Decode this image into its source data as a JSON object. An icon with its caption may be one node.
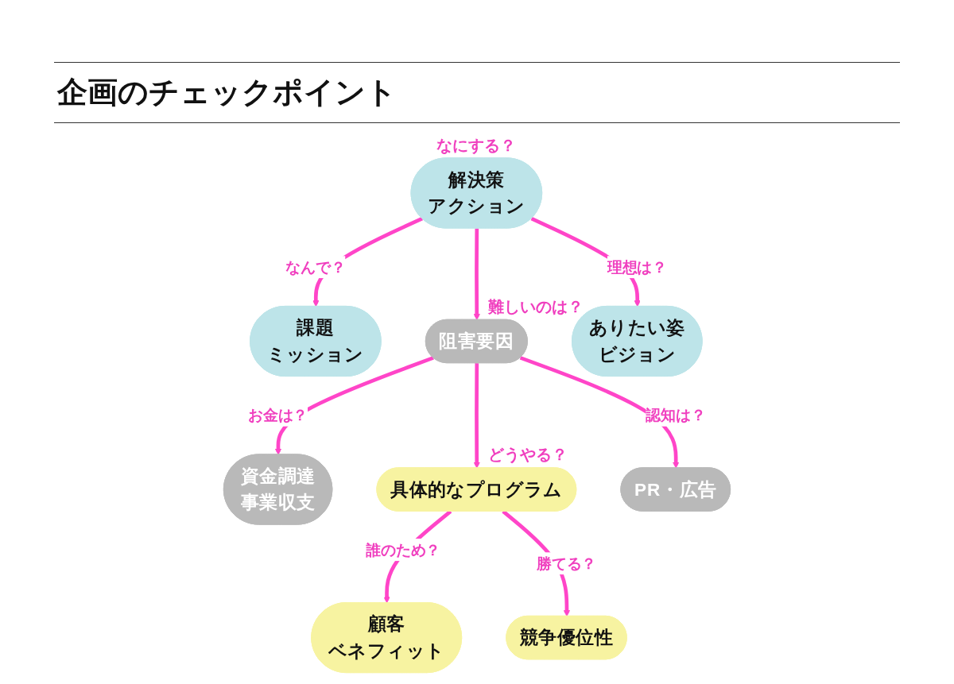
{
  "diagram": {
    "title": "企画のチェックポイント",
    "nodes": [
      {
        "text": [
          "課題",
          "ミッション"
        ]
      },
      {
        "text": [
          "解決策",
          "アクション"
        ],
        "beside": [
          "なにする？"
        ]
      },
      {
        "text": [
          "ありたい姿",
          "ビジョン"
        ]
      },
      {
        "text": [
          "資金調達",
          "事業収支"
        ]
      },
      {
        "text": [
          "阻害要因"
        ],
        "beside": [
          "難しいのは？"
        ]
      },
      {
        "text": [
          "PR・広告"
        ]
      },
      {
        "text": [
          "顧客",
          "ベネフィット"
        ]
      },
      {
        "text": [
          "具体的なプログラム"
        ],
        "beside": [
          "どうやる？"
        ]
      },
      {
        "text": [
          "競争優位性"
        ]
      }
    ],
    "edges": [
      {
        "from": 1,
        "to": 0,
        "arrow": "to",
        "label": "なんで？"
      },
      {
        "from": 1,
        "to": 4,
        "arrow": "to"
      },
      {
        "from": 1,
        "to": 2,
        "arrow": "to",
        "label": "理想は？"
      },
      {
        "from": 4,
        "to": 3,
        "arrow": "to",
        "label": "お金は？"
      },
      {
        "from": 4,
        "to": 7,
        "arrow": "to"
      },
      {
        "from": 4,
        "to": 5,
        "arrow": "to",
        "label": "認知は？"
      },
      {
        "from": 7,
        "to": 6,
        "arrow": "to",
        "label": "誰のため？"
      },
      {
        "from": 7,
        "to": 8,
        "arrow": "to",
        "label": "勝てる？"
      }
    ]
  }
}
